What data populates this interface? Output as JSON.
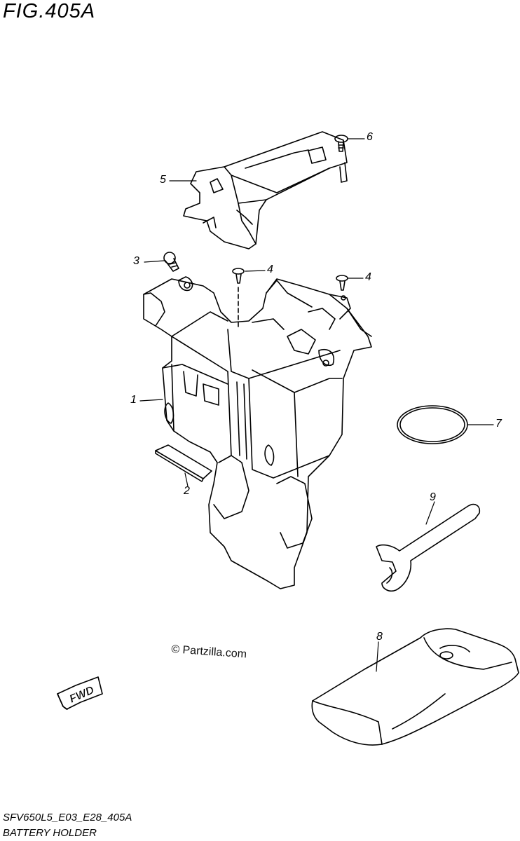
{
  "figure": {
    "title": "FIG.405A",
    "code": "SFV650L5_E03_E28_405A",
    "caption": "BATTERY HOLDER",
    "watermark": "© Partzilla.com",
    "fwd_label": "FWD"
  },
  "callouts": [
    {
      "id": "1",
      "label": "1"
    },
    {
      "id": "2",
      "label": "2"
    },
    {
      "id": "3",
      "label": "3"
    },
    {
      "id": "4a",
      "label": "4"
    },
    {
      "id": "4b",
      "label": "4"
    },
    {
      "id": "5",
      "label": "5"
    },
    {
      "id": "6",
      "label": "6"
    },
    {
      "id": "7",
      "label": "7"
    },
    {
      "id": "8",
      "label": "8"
    },
    {
      "id": "9",
      "label": "9"
    }
  ],
  "colors": {
    "line": "#000000",
    "background": "#ffffff"
  }
}
